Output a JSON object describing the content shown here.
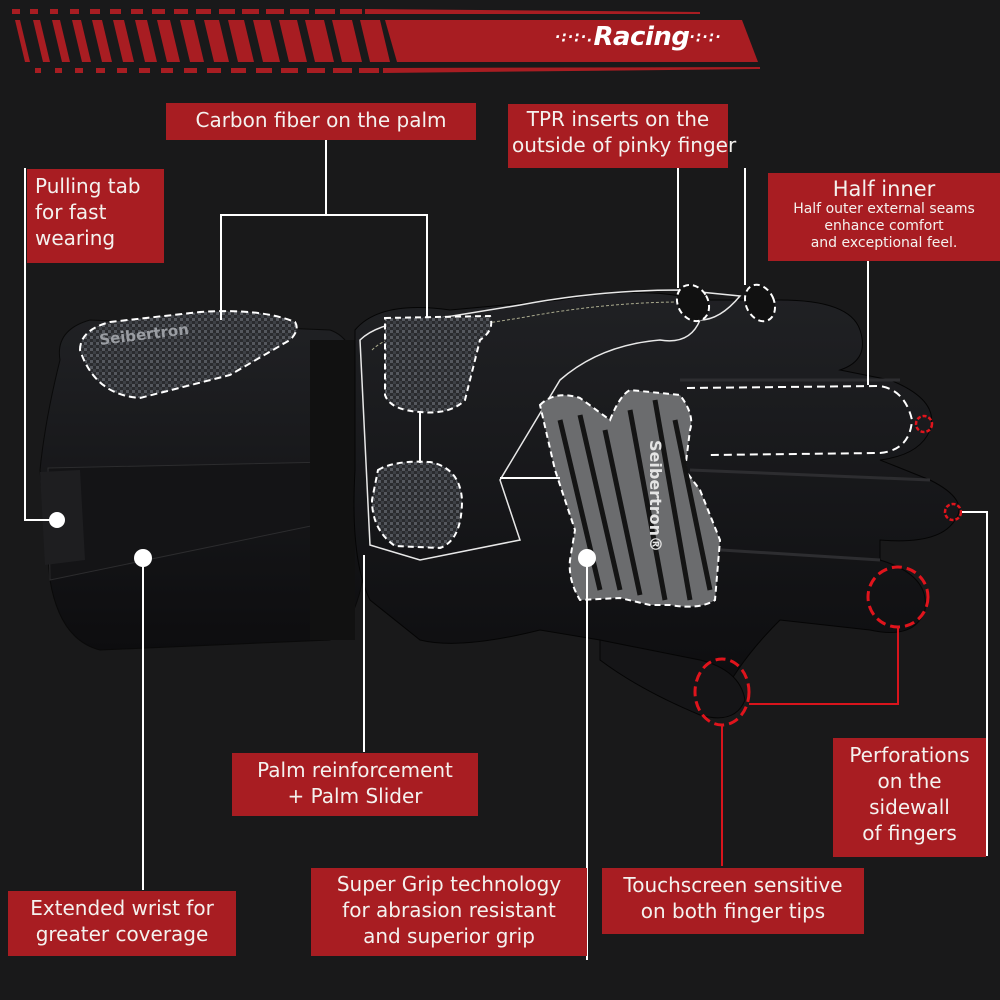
{
  "banner": {
    "title": "Racing",
    "dots_left": "·:·:·.",
    "dots_right": "·:·:·",
    "color": "#a81d22"
  },
  "colors": {
    "background": "#19191a",
    "label_bg": "#a81d22",
    "label_text": "#f4f1ee",
    "leader_white": "#ffffff",
    "leader_red": "#d8141c"
  },
  "product": {
    "brand_marking": "Seibertron",
    "brand_marking_registered": "Seibertron®",
    "item": "motorcycle racing glove (palm view)"
  },
  "callouts": {
    "carbon_fiber": {
      "line1": "Carbon fiber on the palm"
    },
    "tpr_inserts": {
      "line1": "TPR inserts on the",
      "line2": "outside of pinky finger"
    },
    "pulling_tab": {
      "line1": "Pulling tab",
      "line2": "for fast",
      "line3": "wearing"
    },
    "seams": {
      "title": "Half inner",
      "line1": "Half outer external seams",
      "line2": "enhance comfort",
      "line3": "and exceptional feel."
    },
    "palm_reinforcement": {
      "line1": "Palm reinforcement",
      "line2": "+ Palm Slider"
    },
    "perforations": {
      "line1": "Perforations",
      "line2": "on the",
      "line3": "sidewall",
      "line4": "of fingers"
    },
    "extended_wrist": {
      "line1": "Extended wrist for",
      "line2": "greater coverage"
    },
    "super_grip": {
      "line1": "Super Grip technology",
      "line2": "for abrasion resistant",
      "line3": "and superior grip"
    },
    "touchscreen": {
      "line1": "Touchscreen sensitive",
      "line2": "on both finger tips"
    }
  }
}
